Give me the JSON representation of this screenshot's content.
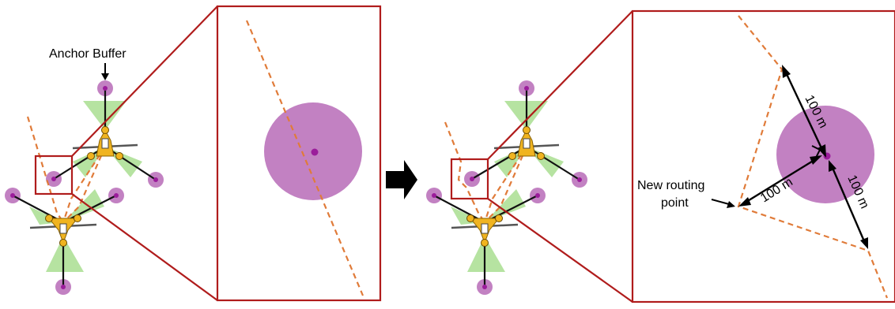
{
  "labels": {
    "anchor_buffer": "Anchor Buffer",
    "new_routing_line1": "New routing",
    "new_routing_line2": "point",
    "dim_top": "100 m",
    "dim_left": "100 m",
    "dim_right": "100 m"
  },
  "colors": {
    "buffer": "#c281c2",
    "anchor_dot": "#9b1d9b",
    "cable": "#e07b39",
    "zoom_frame": "#b01c1c",
    "spread": "#b6e3a1",
    "turbine_body": "#f0b420",
    "mooring_line": "#111111",
    "arrow": "#000000"
  }
}
